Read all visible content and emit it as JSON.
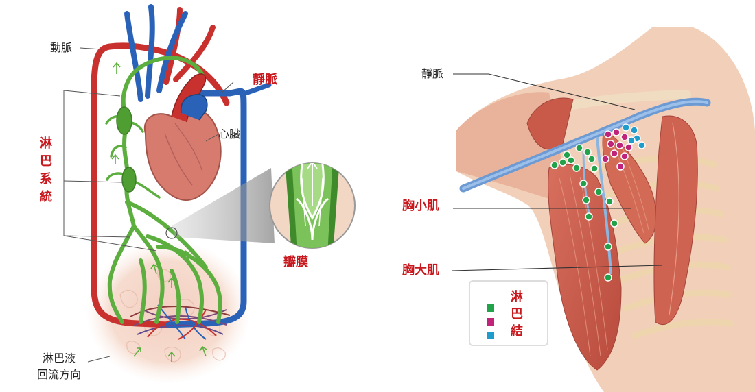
{
  "left_panel": {
    "artery_label": "動脈",
    "vein_label": "靜脈",
    "heart_label": "心臟",
    "lymph_system_label": "淋巴系統",
    "valve_label": "瓣膜",
    "flow_label_line1": "淋巴液",
    "flow_label_line2": "回流方向"
  },
  "right_panel": {
    "vein_label": "靜脈",
    "pec_minor_label": "胸小肌",
    "pec_major_label": "胸大肌",
    "legend": {
      "title": "淋巴結",
      "swatches": [
        {
          "color": "#22a24a"
        },
        {
          "color": "#c0237a"
        },
        {
          "color": "#1f9ccc"
        }
      ]
    }
  },
  "colors": {
    "artery": "#c8312e",
    "vein": "#2a62b8",
    "lymph": "#5cae3e",
    "heart": "#d77b6f",
    "label_red": "#c8171d",
    "muscle": "#cc5a4a",
    "bone": "#eed5ae"
  }
}
